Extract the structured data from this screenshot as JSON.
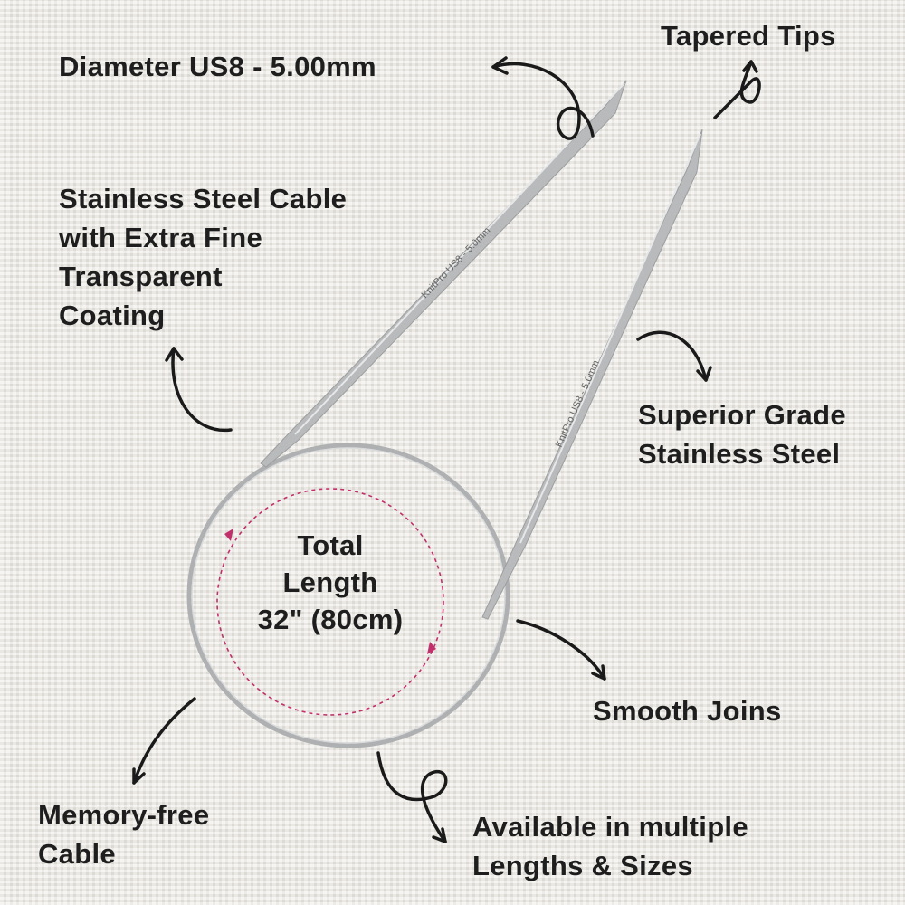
{
  "labels": {
    "diameter": "Diameter US8 - 5.00mm",
    "tapered_tips": "Tapered Tips",
    "cable": [
      "Stainless Steel Cable",
      "with Extra Fine",
      "Transparent",
      "Coating"
    ],
    "steel": [
      "Superior Grade",
      "Stainless Steel"
    ],
    "total_length": [
      "Total",
      "Length",
      "32\" (80cm)"
    ],
    "smooth_joins": "Smooth Joins",
    "memory_free": [
      "Memory-free",
      "Cable"
    ],
    "available": [
      "Available in multiple",
      "Lengths & Sizes"
    ]
  },
  "needle_engraving": {
    "brand": "KnitPro",
    "size": "US8 - 5.0mm"
  },
  "colors": {
    "text": "#1e1e1e",
    "dashed_circle": "#c2306b",
    "steel": "#b9bbbc"
  }
}
